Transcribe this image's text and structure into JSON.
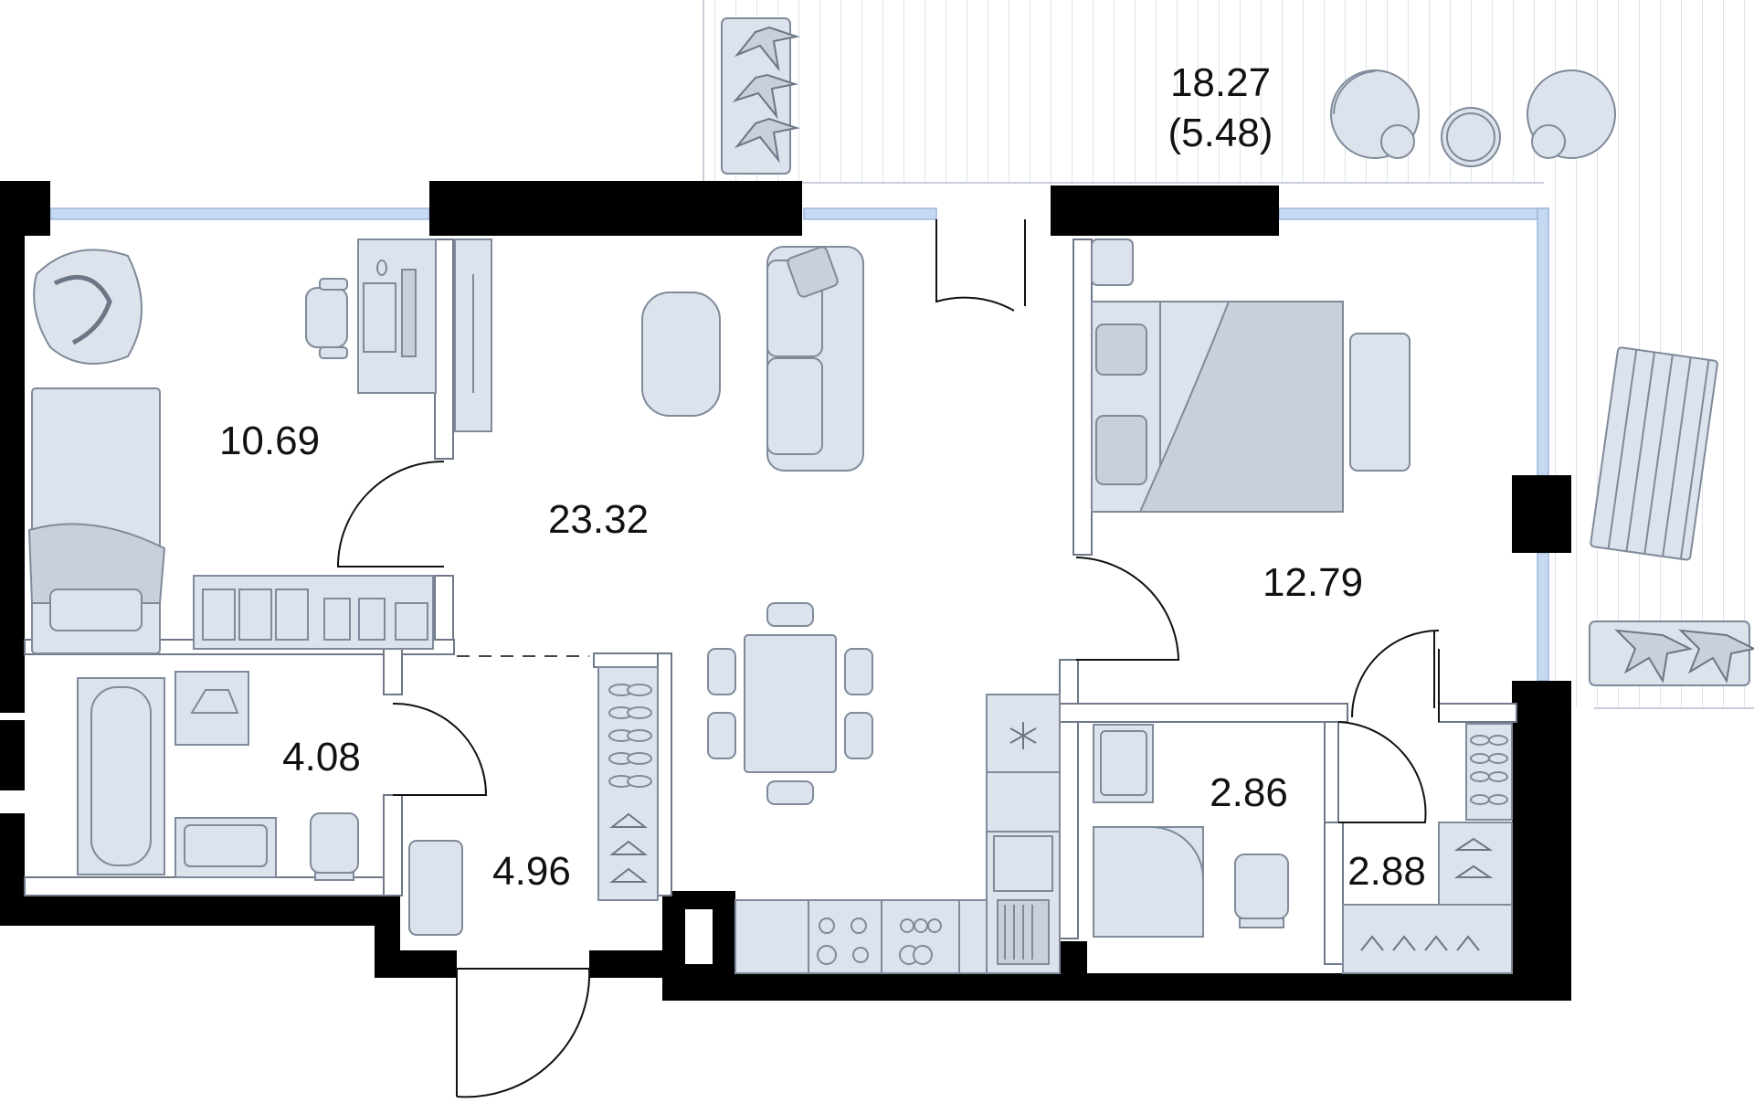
{
  "colors": {
    "wall": "#000000",
    "furniture_fill": "#dde3ec",
    "furniture_stroke": "#7f8a9a",
    "window": "#b8d0ee",
    "deck_line": "#cfd6e0",
    "text": "#111111"
  },
  "rooms": [
    {
      "id": "terrace",
      "area": "18.27",
      "sub": "(5.48)"
    },
    {
      "id": "bedroom-left",
      "area": "10.69"
    },
    {
      "id": "living-kitchen",
      "area": "23.32"
    },
    {
      "id": "bedroom-right",
      "area": "12.79"
    },
    {
      "id": "bathroom",
      "area": "4.08"
    },
    {
      "id": "hallway",
      "area": "4.96"
    },
    {
      "id": "shower-room",
      "area": "2.86"
    },
    {
      "id": "wardrobe",
      "area": "2.88"
    }
  ],
  "icons": [
    "snowflake-icon",
    "armchair-icon",
    "plant-icon",
    "bed-icon",
    "sofa-icon",
    "bathtub-icon",
    "toilet-icon",
    "sink-icon",
    "stove-icon",
    "hanger-icon"
  ]
}
